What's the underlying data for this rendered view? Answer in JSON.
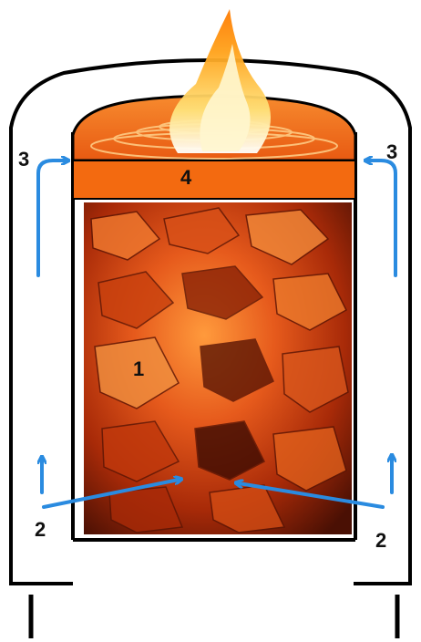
{
  "labels": {
    "fuel_chamber": "1",
    "primary_air_left": "2",
    "primary_air_right": "2",
    "secondary_air_left": "3",
    "secondary_air_right": "3",
    "gas_burning_zone": "4"
  },
  "colors": {
    "outline": "#000000",
    "fuel_orange": "#e8541a",
    "fuel_dark": "#3a0a02",
    "burn_band": "#f36a10",
    "air_arrow": "#2a8be0",
    "flame": "#ffb020"
  }
}
